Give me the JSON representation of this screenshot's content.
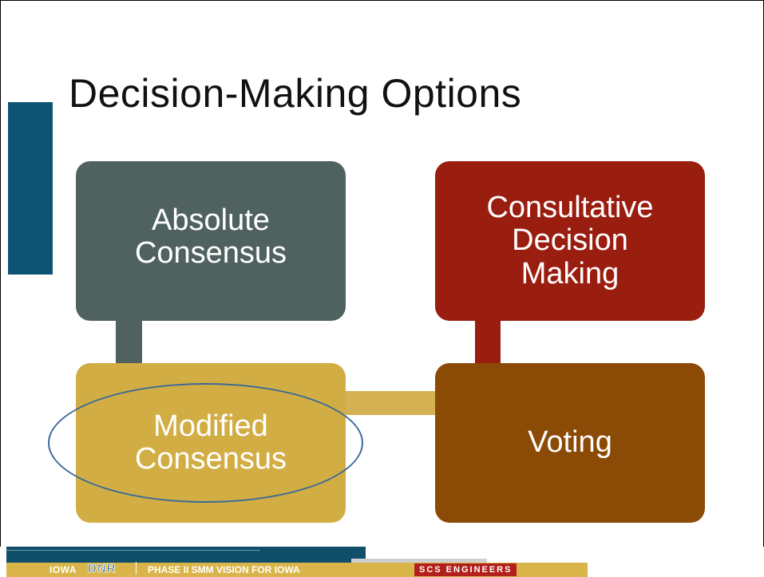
{
  "slide": {
    "title": "Decision-Making Options"
  },
  "diagram": {
    "nodes": {
      "absolute": {
        "line1": "Absolute",
        "line2": "Consensus"
      },
      "consultative": {
        "line1": "Consultative",
        "line2": "Decision",
        "line3": "Making"
      },
      "modified": {
        "line1": "Modified",
        "line2": "Consensus"
      },
      "voting": {
        "line1": "Voting"
      }
    },
    "highlighted": "Modified Consensus"
  },
  "footer": {
    "iowa": "IOWA",
    "dnr": "DNR",
    "project": "PHASE II SMM VISION FOR IOWA",
    "company": "SCS ENGINEERS"
  },
  "colors": {
    "accent_bar": "#0e5472",
    "absolute": "#4f625f",
    "consultative": "#9a1e10",
    "modified": "#d2ad44",
    "voting": "#8b4a05",
    "highlight_ellipse": "#3c6a97"
  }
}
